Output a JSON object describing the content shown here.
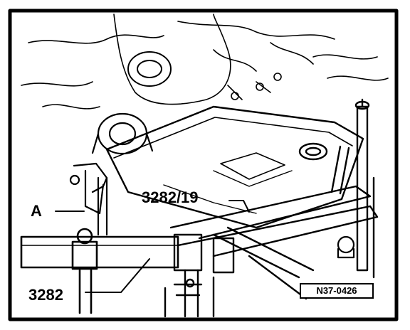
{
  "labels": {
    "a": "A",
    "tool_3282_19": "3282/19",
    "tool_3282": "3282"
  },
  "reference_code": "N37-0426",
  "colors": {
    "ink": "#000000",
    "paper": "#ffffff"
  }
}
